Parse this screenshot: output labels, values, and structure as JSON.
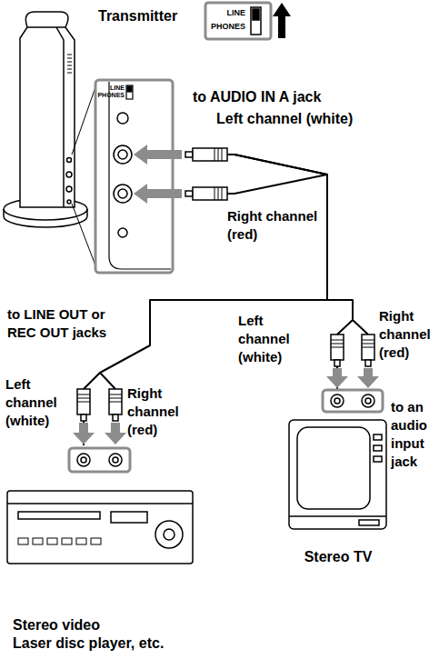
{
  "diagram": {
    "nodes": [
      {
        "text": [
          "Transmitter"
        ]
      },
      {
        "text": [
          "Stereo TV"
        ]
      },
      {
        "text": [
          "Stereo video",
          "Laser disc player, etc."
        ]
      }
    ],
    "edges": [
      {
        "from": 1,
        "to": 0,
        "arrow": "none"
      },
      {
        "from": 2,
        "to": 0,
        "arrow": "none"
      }
    ],
    "labels": [
      "LINE",
      "PHONES",
      "LINE",
      "PHONES",
      "to AUDIO IN A jack",
      "Left channel (white)",
      "Right channel (red)",
      "to LINE OUT or REC OUT jacks",
      "Left channel (white)",
      "Right channel (red)",
      "Left channel (white)",
      "Right channel (red)",
      "to an audio input jack"
    ]
  }
}
